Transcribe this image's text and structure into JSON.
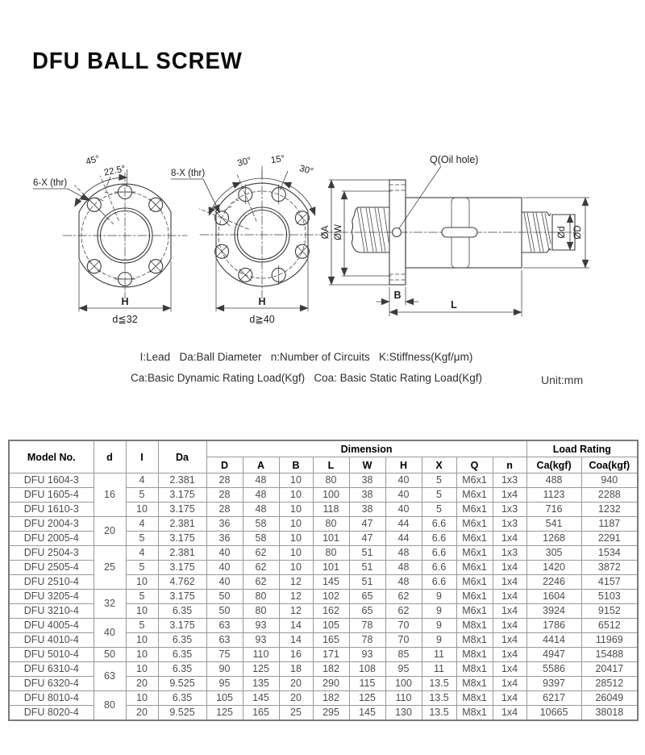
{
  "page": {
    "title": "DFU BALL SCREW",
    "unit": "Unit:mm"
  },
  "legend": {
    "line1": "I:Lead   Da:Ball Diameter   n:Number of Circuits   K:Stiffness(Kgf/μm)",
    "line2": "Ca:Basic Dynamic Rating Load(Kgf)   Coa: Basic Static Rating Load(Kgf)"
  },
  "drawings": {
    "flange6": {
      "callout": "6-X (thr)",
      "angle_outer": "45°",
      "angle_inner": "22.5°",
      "width_dim": "H",
      "size_note": "d≦32"
    },
    "flange8": {
      "callout": "8-X (thr)",
      "angle_left": "30°",
      "angle_mid": "15°",
      "angle_right": "30°",
      "width_dim": "H",
      "size_note": "d≧40"
    },
    "side_view": {
      "oil_hole": "Q(Oil hole)",
      "dia_A": "ØA",
      "dia_W": "ØW",
      "dia_d": "Ød",
      "dia_D": "ØD",
      "flange_thickness": "B",
      "length": "L"
    }
  },
  "table": {
    "header": {
      "model": "Model No.",
      "d": "d",
      "lead": "I",
      "da": "Da",
      "dimension_group": "Dimension",
      "load_group": "Load Rating",
      "dimension_cols": [
        "D",
        "A",
        "B",
        "L",
        "W",
        "H",
        "X",
        "Q",
        "n"
      ],
      "load_cols": [
        "Ca(kgf)",
        "Coa(kgf)"
      ]
    },
    "rows": [
      {
        "model": "DFU 1604-3",
        "d": "16",
        "d_span": 3,
        "lead": "4",
        "da": "2.381",
        "dims": [
          "28",
          "48",
          "10",
          "80",
          "38",
          "40",
          "5",
          "M6x1",
          "1x3"
        ],
        "ca": "488",
        "coa": "940"
      },
      {
        "model": "DFU 1605-4",
        "lead": "5",
        "da": "3.175",
        "dims": [
          "28",
          "48",
          "10",
          "100",
          "38",
          "40",
          "5",
          "M6x1",
          "1x4"
        ],
        "ca": "1123",
        "coa": "2288"
      },
      {
        "model": "DFU 1610-3",
        "lead": "10",
        "da": "3.175",
        "dims": [
          "28",
          "48",
          "10",
          "118",
          "38",
          "40",
          "5",
          "M6x1",
          "1x3"
        ],
        "ca": "716",
        "coa": "1232"
      },
      {
        "model": "DFU 2004-3",
        "d": "20",
        "d_span": 2,
        "lead": "4",
        "da": "2.381",
        "dims": [
          "36",
          "58",
          "10",
          "80",
          "47",
          "44",
          "6.6",
          "M6x1",
          "1x3"
        ],
        "ca": "541",
        "coa": "1187"
      },
      {
        "model": "DFU 2005-4",
        "lead": "5",
        "da": "3.175",
        "dims": [
          "36",
          "58",
          "10",
          "101",
          "47",
          "44",
          "6.6",
          "M6x1",
          "1x4"
        ],
        "ca": "1268",
        "coa": "2291"
      },
      {
        "model": "DFU 2504-3",
        "d": "25",
        "d_span": 3,
        "lead": "4",
        "da": "2.381",
        "dims": [
          "40",
          "62",
          "10",
          "80",
          "51",
          "48",
          "6.6",
          "M6x1",
          "1x3"
        ],
        "ca": "305",
        "coa": "1534"
      },
      {
        "model": "DFU 2505-4",
        "lead": "5",
        "da": "3.175",
        "dims": [
          "40",
          "62",
          "10",
          "101",
          "51",
          "48",
          "6.6",
          "M6x1",
          "1x4"
        ],
        "ca": "1420",
        "coa": "3872"
      },
      {
        "model": "DFU 2510-4",
        "lead": "10",
        "da": "4.762",
        "dims": [
          "40",
          "62",
          "12",
          "145",
          "51",
          "48",
          "6.6",
          "M6x1",
          "1x4"
        ],
        "ca": "2246",
        "coa": "4157"
      },
      {
        "model": "DFU 3205-4",
        "d": "32",
        "d_span": 2,
        "lead": "5",
        "da": "3.175",
        "dims": [
          "50",
          "80",
          "12",
          "102",
          "65",
          "62",
          "9",
          "M6x1",
          "1x4"
        ],
        "ca": "1604",
        "coa": "5103"
      },
      {
        "model": "DFU 3210-4",
        "lead": "10",
        "da": "6.35",
        "dims": [
          "50",
          "80",
          "12",
          "162",
          "65",
          "62",
          "9",
          "M6x1",
          "1x4"
        ],
        "ca": "3924",
        "coa": "9152"
      },
      {
        "model": "DFU 4005-4",
        "d": "40",
        "d_span": 2,
        "lead": "5",
        "da": "3.175",
        "dims": [
          "63",
          "93",
          "14",
          "105",
          "78",
          "70",
          "9",
          "M8x1",
          "1x4"
        ],
        "ca": "1786",
        "coa": "6512"
      },
      {
        "model": "DFU 4010-4",
        "lead": "10",
        "da": "6.35",
        "dims": [
          "63",
          "93",
          "14",
          "165",
          "78",
          "70",
          "9",
          "M8x1",
          "1x4"
        ],
        "ca": "4414",
        "coa": "11969"
      },
      {
        "model": "DFU 5010-4",
        "d": "50",
        "d_span": 1,
        "lead": "10",
        "da": "6.35",
        "dims": [
          "75",
          "110",
          "16",
          "171",
          "93",
          "85",
          "11",
          "M8x1",
          "1x4"
        ],
        "ca": "4947",
        "coa": "15488"
      },
      {
        "model": "DFU 6310-4",
        "d": "63",
        "d_span": 2,
        "lead": "10",
        "da": "6.35",
        "dims": [
          "90",
          "125",
          "18",
          "182",
          "108",
          "95",
          "11",
          "M8x1",
          "1x4"
        ],
        "ca": "5586",
        "coa": "20417"
      },
      {
        "model": "DFU 6320-4",
        "lead": "20",
        "da": "9.525",
        "dims": [
          "95",
          "135",
          "20",
          "290",
          "115",
          "100",
          "13.5",
          "M8x1",
          "1x4"
        ],
        "ca": "9397",
        "coa": "28512"
      },
      {
        "model": "DFU 8010-4",
        "d": "80",
        "d_span": 2,
        "lead": "10",
        "da": "6.35",
        "dims": [
          "105",
          "145",
          "20",
          "182",
          "125",
          "110",
          "13.5",
          "M8x1",
          "1x4"
        ],
        "ca": "6217",
        "coa": "26049"
      },
      {
        "model": "DFU 8020-4",
        "lead": "20",
        "da": "9.525",
        "dims": [
          "125",
          "165",
          "25",
          "295",
          "145",
          "130",
          "13.5",
          "M8x1",
          "1x4"
        ],
        "ca": "10665",
        "coa": "38018"
      }
    ]
  }
}
